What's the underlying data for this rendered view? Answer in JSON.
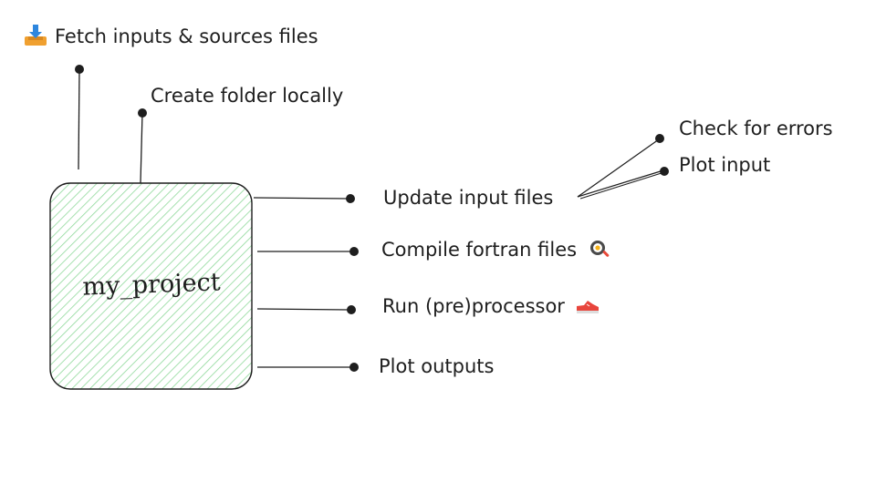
{
  "diagram": {
    "box": {
      "label": "my_project",
      "fill": "#b2f2bb",
      "hatch": "#8fd99a",
      "stroke": "#1e1e1e"
    },
    "top_branches": [
      {
        "label": "Fetch inputs & sources files",
        "icon": "download-tray-icon"
      },
      {
        "label": "Create folder locally"
      }
    ],
    "right_branches": [
      {
        "label": "Update input files"
      },
      {
        "label": "Compile fortran files",
        "icon": "frying-pan-icon"
      },
      {
        "label": "Run (pre)processor",
        "icon": "sneaker-icon"
      },
      {
        "label": "Plot outputs"
      }
    ],
    "sub_branches": [
      {
        "label": "Check for errors"
      },
      {
        "label": "Plot input"
      }
    ]
  }
}
